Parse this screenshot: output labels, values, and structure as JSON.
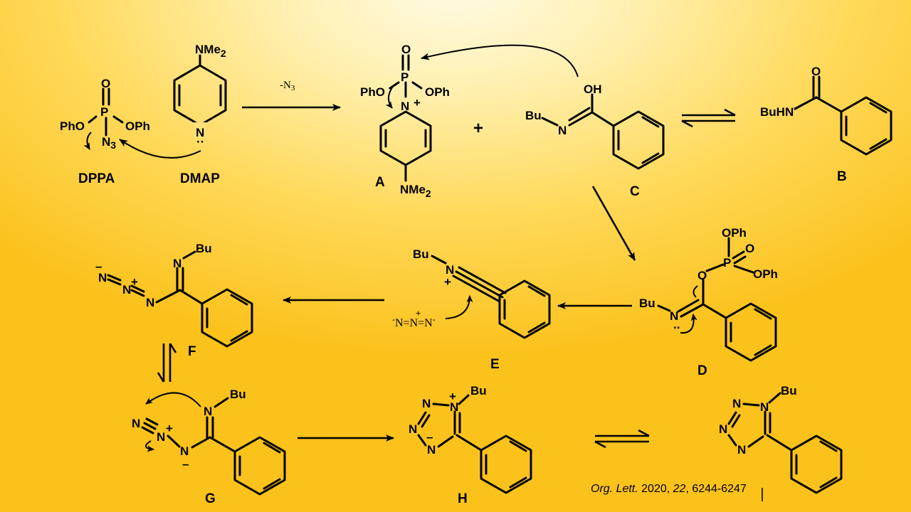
{
  "reagents": {
    "dppa_name": "DPPA",
    "dmap_name": "DMAP",
    "dppa_O": "O",
    "dppa_P": "P",
    "dppa_PhO": "PhO",
    "dppa_OPh": "OPh",
    "dppa_N3": "N",
    "dppa_N3_sub": "3",
    "dmap_NMe2": "NMe",
    "dmap_NMe2_sub": "2",
    "dmap_N": "N"
  },
  "step1": {
    "leaving_group": "-N",
    "leaving_group_sub": "3"
  },
  "intermediate_A": {
    "label": "A",
    "O": "O",
    "P": "P",
    "PhO": "PhO",
    "OPh": "OPh",
    "N": "N",
    "charge": "+",
    "NMe2": "NMe",
    "NMe2_sub": "2"
  },
  "plus_sign": "+",
  "compound_C": {
    "label": "C",
    "Bu": "Bu",
    "N": "N",
    "OH": "OH"
  },
  "compound_B": {
    "label": "B",
    "O": "O",
    "BuHN": "BuHN"
  },
  "intermediate_D": {
    "label": "D",
    "OPh_top": "OPh",
    "O_dbl": "O",
    "P": "P",
    "O_link": "O",
    "OPh_right": "OPh",
    "Bu": "Bu",
    "N": "N",
    "lone_pair": ".."
  },
  "intermediate_E": {
    "label": "E",
    "Bu": "Bu",
    "N": "N",
    "charge": "+",
    "azide": "N=N=N",
    "azide_plus": "+",
    "minus": "-"
  },
  "intermediate_F": {
    "label": "F",
    "Bu": "Bu",
    "N_imine": "N",
    "N1": "N",
    "N2": "N",
    "N3": "N",
    "minus": "–",
    "plus": "+"
  },
  "intermediate_G": {
    "label": "G",
    "Bu": "Bu",
    "N_imine": "N",
    "N1": "N",
    "N2": "N",
    "N3": "N",
    "minus": "–",
    "plus": "+"
  },
  "intermediate_H": {
    "label": "H",
    "Bu": "Bu",
    "N": "N",
    "plus": "+",
    "minus": "–"
  },
  "product": {
    "Bu": "Bu",
    "N": "N"
  },
  "citation": {
    "journal": "Org. Lett.",
    "year": " 2020, ",
    "volume": "22",
    "pages": ", 6244-6247"
  },
  "colors": {
    "background_center": "#fffbe6",
    "background_edge": "#fbc21c",
    "ink": "#000000"
  }
}
